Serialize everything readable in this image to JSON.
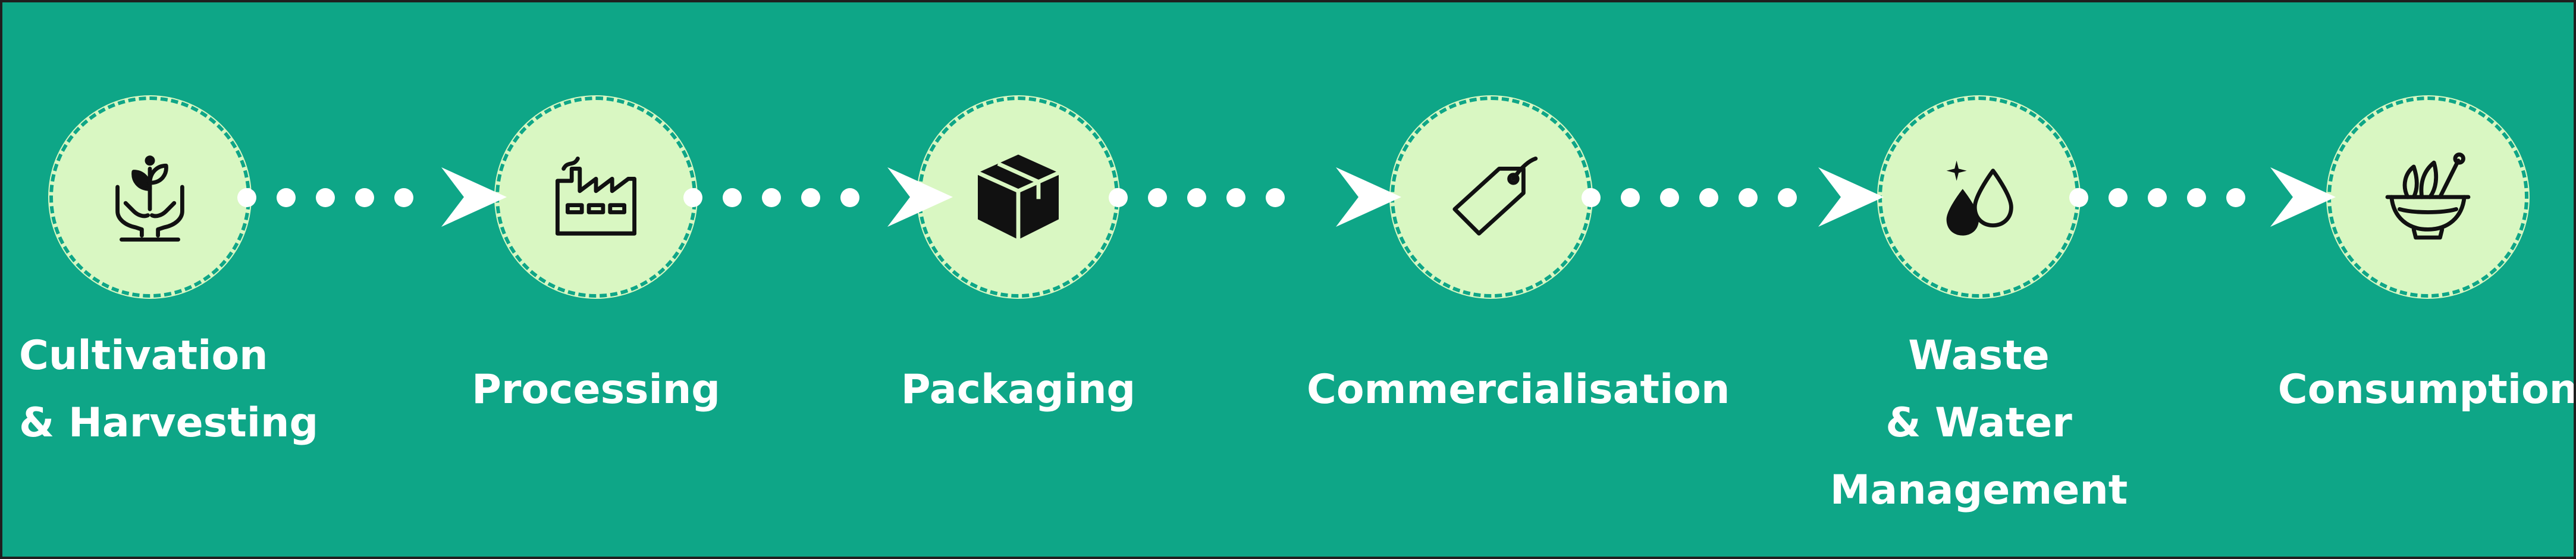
{
  "stages": [
    {
      "id": "cultivation",
      "icon": "hands-holding-plant-icon",
      "lines": [
        "Cultivation",
        "& Harvesting"
      ]
    },
    {
      "id": "processing",
      "icon": "factory-icon",
      "lines": [
        "Processing"
      ]
    },
    {
      "id": "packaging",
      "icon": "package-box-icon",
      "lines": [
        "Packaging"
      ]
    },
    {
      "id": "commercialisation",
      "icon": "price-tag-icon",
      "lines": [
        "Commercialisation"
      ]
    },
    {
      "id": "waste-water",
      "icon": "water-drops-icon",
      "lines": [
        "Waste",
        "& Water",
        "Management"
      ]
    },
    {
      "id": "consumption",
      "icon": "food-bowl-icon",
      "lines": [
        "Consumption"
      ]
    }
  ],
  "colors": {
    "background": "#0ea687",
    "circle_fill": "#d9f7c2",
    "text": "#ffffff",
    "icon": "#111111"
  }
}
